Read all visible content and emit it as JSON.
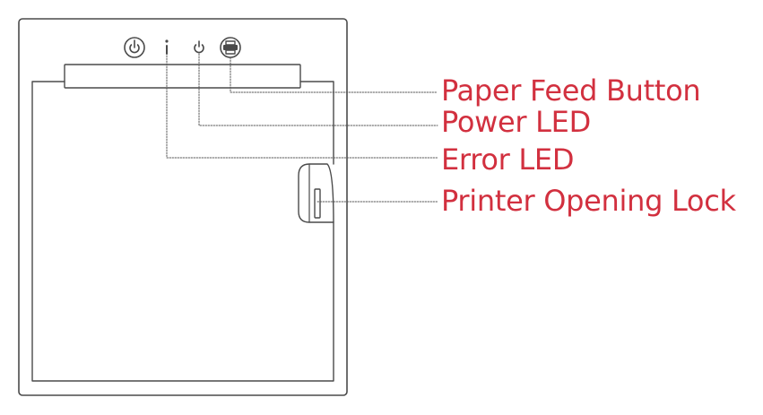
{
  "colors": {
    "label": "#d2303f",
    "outline": "#4a4a4a",
    "leader": "#555555"
  },
  "icons": {
    "power_button": "power-icon",
    "error_led": "info-icon",
    "power_led": "power-led-icon",
    "paper_feed_button": "printer-icon"
  },
  "labels": {
    "paper_feed_button": "Paper Feed Button",
    "power_led": "Power LED",
    "error_led": "Error LED",
    "printer_opening_lock": "Printer Opening Lock"
  }
}
